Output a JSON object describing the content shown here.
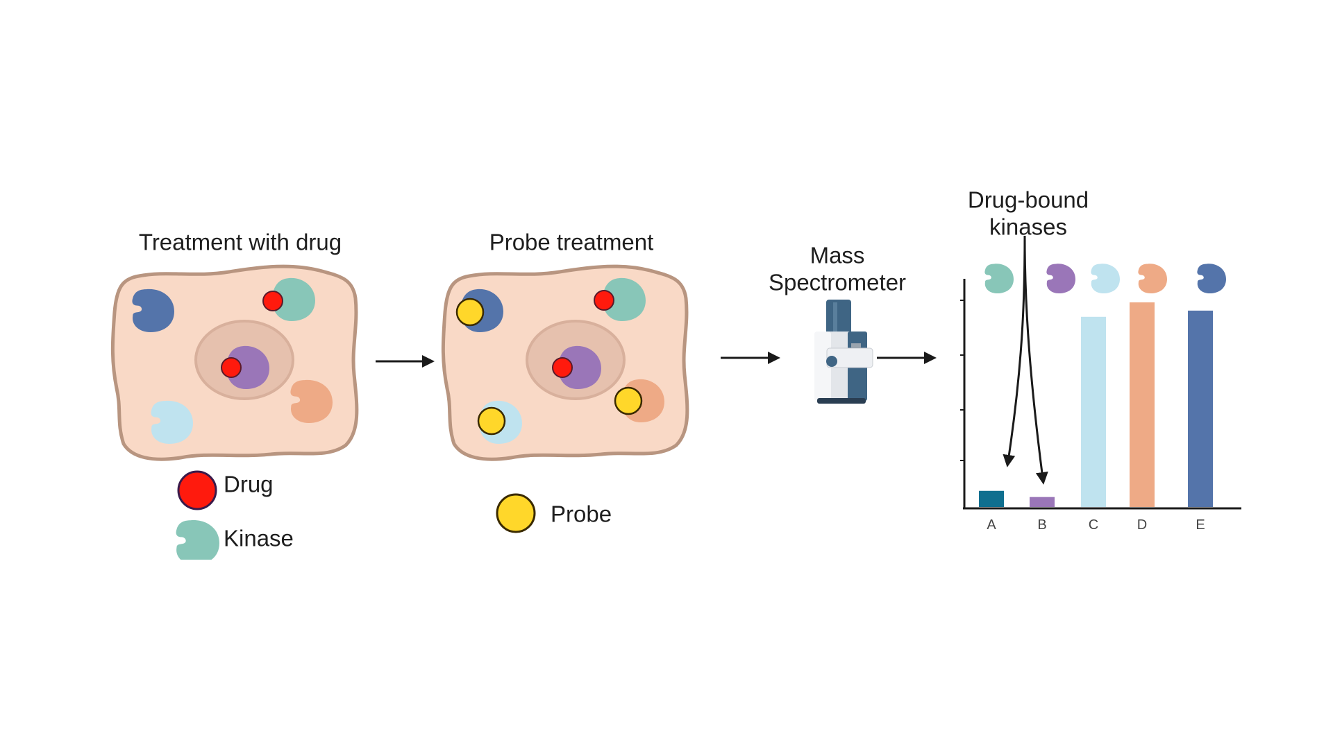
{
  "steps": [
    {
      "title": "Treatment with drug"
    },
    {
      "title": "Probe treatment"
    },
    {
      "title_line1": "Mass",
      "title_line2": "Spectrometer"
    }
  ],
  "legend": {
    "drug_label": "Drug",
    "kinase_label": "Kinase",
    "probe_label": "Probe"
  },
  "annotation": {
    "line1": "Drug-bound",
    "line2": "kinases"
  },
  "colors": {
    "cell_fill": "#f9d9c6",
    "cell_outline": "#b89580",
    "nucleus_fill": "#e6c1ae",
    "nucleus_outline": "#d8b09c",
    "drug": "#ff1a0d",
    "drug_outline": "#3a1a4a",
    "probe": "#ffd72a",
    "probe_outline": "#3a2a00",
    "kinase_teal": "#88c6b8",
    "kinase_purple": "#9a76b8",
    "kinase_lightblue": "#bfe3ef",
    "kinase_orange": "#eeaa86",
    "kinase_darkblue": "#5474aa",
    "bar_A": "#0f6f8f"
  },
  "chart_data": {
    "type": "bar",
    "title": "",
    "xlabel": "",
    "ylabel": "",
    "categories": [
      "A",
      "B",
      "C",
      "D",
      "E"
    ],
    "values": [
      8.5,
      5.5,
      93,
      100,
      96
    ],
    "bar_colors": [
      "#0f6f8f",
      "#9a76b8",
      "#bfe3ef",
      "#eeaa86",
      "#5474aa"
    ],
    "kinase_icon_colors": [
      "#88c6b8",
      "#9a76b8",
      "#bfe3ef",
      "#eeaa86",
      "#5474aa"
    ],
    "ylim": [
      0,
      100
    ],
    "y_ticks_unlabeled": 5,
    "grid": false,
    "highlighted": [
      "A",
      "B"
    ]
  }
}
